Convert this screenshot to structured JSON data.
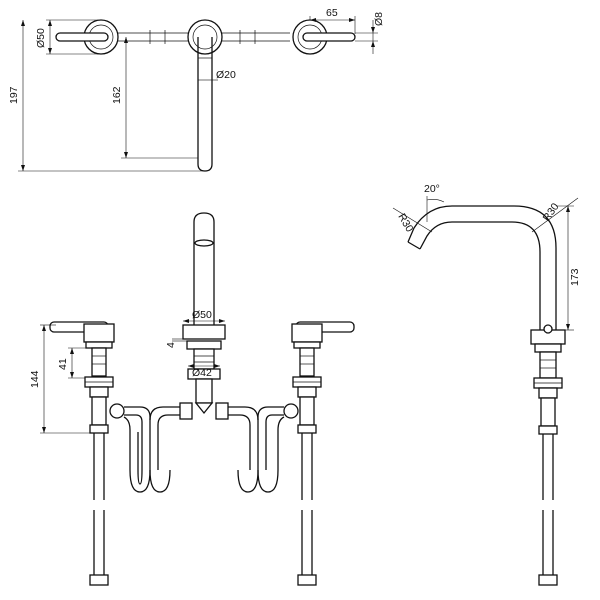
{
  "top_view": {
    "dims": {
      "handle_dia": "Ø50",
      "spout_dia": "Ø20",
      "handle_len": "65",
      "stem_dia": "Ø8",
      "total_depth": "197",
      "spout_reach": "162"
    }
  },
  "front_view": {
    "dims": {
      "height_144": "144",
      "height_41": "41",
      "flange_dia": "Ø50",
      "gap_4": "4",
      "thread_dia": "Ø42"
    }
  },
  "side_view": {
    "dims": {
      "radius_left": "R30",
      "angle": "20°",
      "radius_right": "R30",
      "height_173": "173"
    }
  }
}
